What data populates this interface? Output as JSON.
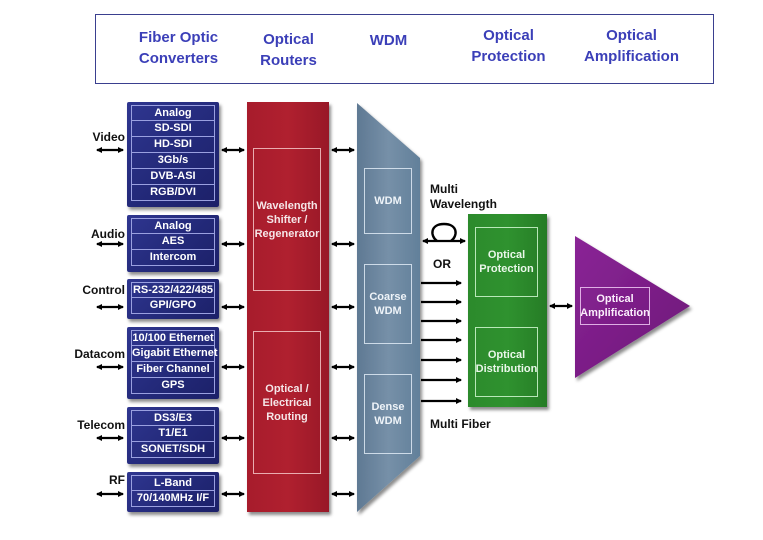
{
  "header": {
    "items": [
      {
        "line1": "Fiber Optic",
        "line2": "Converters"
      },
      {
        "line1": "Optical",
        "line2": "Routers"
      },
      {
        "line1": "WDM",
        "line2": ""
      },
      {
        "line1": "Optical",
        "line2": "Protection"
      },
      {
        "line1": "Optical",
        "line2": "Amplification"
      }
    ]
  },
  "converters": {
    "groups": [
      {
        "label": "Video",
        "rows": [
          "Analog",
          "SD-SDI",
          "HD-SDI",
          "3Gb/s",
          "DVB-ASI",
          "RGB/DVI"
        ]
      },
      {
        "label": "Audio",
        "rows": [
          "Analog",
          "AES",
          "Intercom"
        ]
      },
      {
        "label": "Control",
        "rows": [
          "RS-232/422/485",
          "GPI/GPO"
        ]
      },
      {
        "label": "Datacom",
        "rows": [
          "10/100 Ethernet",
          "Gigabit Ethernet",
          "Fiber Channel",
          "GPS"
        ]
      },
      {
        "label": "Telecom",
        "rows": [
          "DS3/E3",
          "T1/E1",
          "SONET/SDH"
        ]
      },
      {
        "label": "RF",
        "rows": [
          "L-Band",
          "70/140MHz I/F"
        ]
      }
    ]
  },
  "routers": {
    "block1": {
      "line1": "Wavelength",
      "line2": "Shifter /",
      "line3": "Regenerator"
    },
    "block2": {
      "line1": "Optical /",
      "line2": "Electrical",
      "line3": "Routing"
    }
  },
  "wdm": {
    "block1": {
      "line1": "WDM",
      "line2": ""
    },
    "block2": {
      "line1": "Coarse",
      "line2": "WDM"
    },
    "block3": {
      "line1": "Dense",
      "line2": "WDM"
    }
  },
  "links": {
    "multi_wavelength_line1": "Multi",
    "multi_wavelength_line2": "Wavelength",
    "or": "OR",
    "multi_fiber": "Multi Fiber"
  },
  "protection": {
    "block1": {
      "line1": "Optical",
      "line2": "Protection"
    },
    "block2": {
      "line1": "Optical",
      "line2": "Distribution"
    }
  },
  "amplification": {
    "line1": "Optical",
    "line2": "Amplification"
  },
  "colors": {
    "header_text": "#3b3fb8",
    "converter_blue": "#252b7e",
    "router_red": "#a71c2c",
    "wdm_gray": "#6d87a0",
    "protection_green": "#2c8a2c",
    "amplifier_purple": "#7e1d86"
  }
}
